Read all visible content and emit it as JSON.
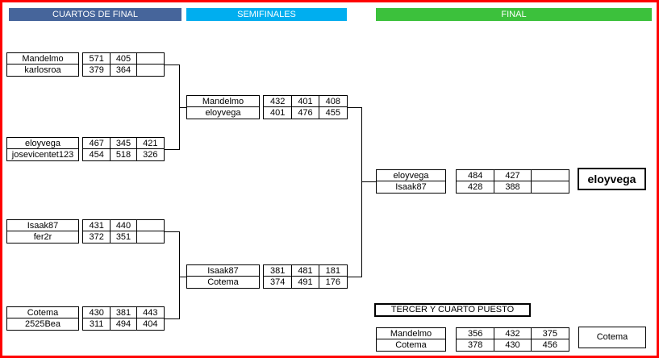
{
  "colors": {
    "page_border": "#FF0000",
    "quarterfinals_header_bg": "#46659B",
    "semifinals_header_bg": "#00AEEF",
    "final_header_bg": "#3CC13C",
    "header_text": "#FFFFFF",
    "line_and_border": "#000000"
  },
  "headers": {
    "quarterfinals": "CUARTOS DE FINAL",
    "semifinals": "SEMIFINALES",
    "final": "FINAL",
    "third_place": "TERCER Y CUARTO PUESTO"
  },
  "bracket": {
    "quarterfinals": [
      {
        "players": [
          "Mandelmo",
          "karlosroa"
        ],
        "scores": [
          [
            "571",
            "405",
            ""
          ],
          [
            "379",
            "364",
            ""
          ]
        ]
      },
      {
        "players": [
          "eloyvega",
          "josevicentet123"
        ],
        "scores": [
          [
            "467",
            "345",
            "421"
          ],
          [
            "454",
            "518",
            "326"
          ]
        ]
      },
      {
        "players": [
          "Isaak87",
          "fer2r"
        ],
        "scores": [
          [
            "431",
            "440",
            ""
          ],
          [
            "372",
            "351",
            ""
          ]
        ]
      },
      {
        "players": [
          "Cotema",
          "2525Bea"
        ],
        "scores": [
          [
            "430",
            "381",
            "443"
          ],
          [
            "311",
            "494",
            "404"
          ]
        ]
      }
    ],
    "semifinals": [
      {
        "players": [
          "Mandelmo",
          "eloyvega"
        ],
        "scores": [
          [
            "432",
            "401",
            "408"
          ],
          [
            "401",
            "476",
            "455"
          ]
        ]
      },
      {
        "players": [
          "Isaak87",
          "Cotema"
        ],
        "scores": [
          [
            "381",
            "481",
            "181"
          ],
          [
            "374",
            "491",
            "176"
          ]
        ]
      }
    ],
    "final": {
      "players": [
        "eloyvega",
        "Isaak87"
      ],
      "scores": [
        [
          "484",
          "427",
          ""
        ],
        [
          "428",
          "388",
          ""
        ]
      ]
    },
    "third_place_match": {
      "players": [
        "Mandelmo",
        "Cotema"
      ],
      "scores": [
        [
          "356",
          "432",
          "375"
        ],
        [
          "378",
          "430",
          "456"
        ]
      ]
    },
    "champion": "eloyvega",
    "third_place_winner": "Cotema"
  }
}
